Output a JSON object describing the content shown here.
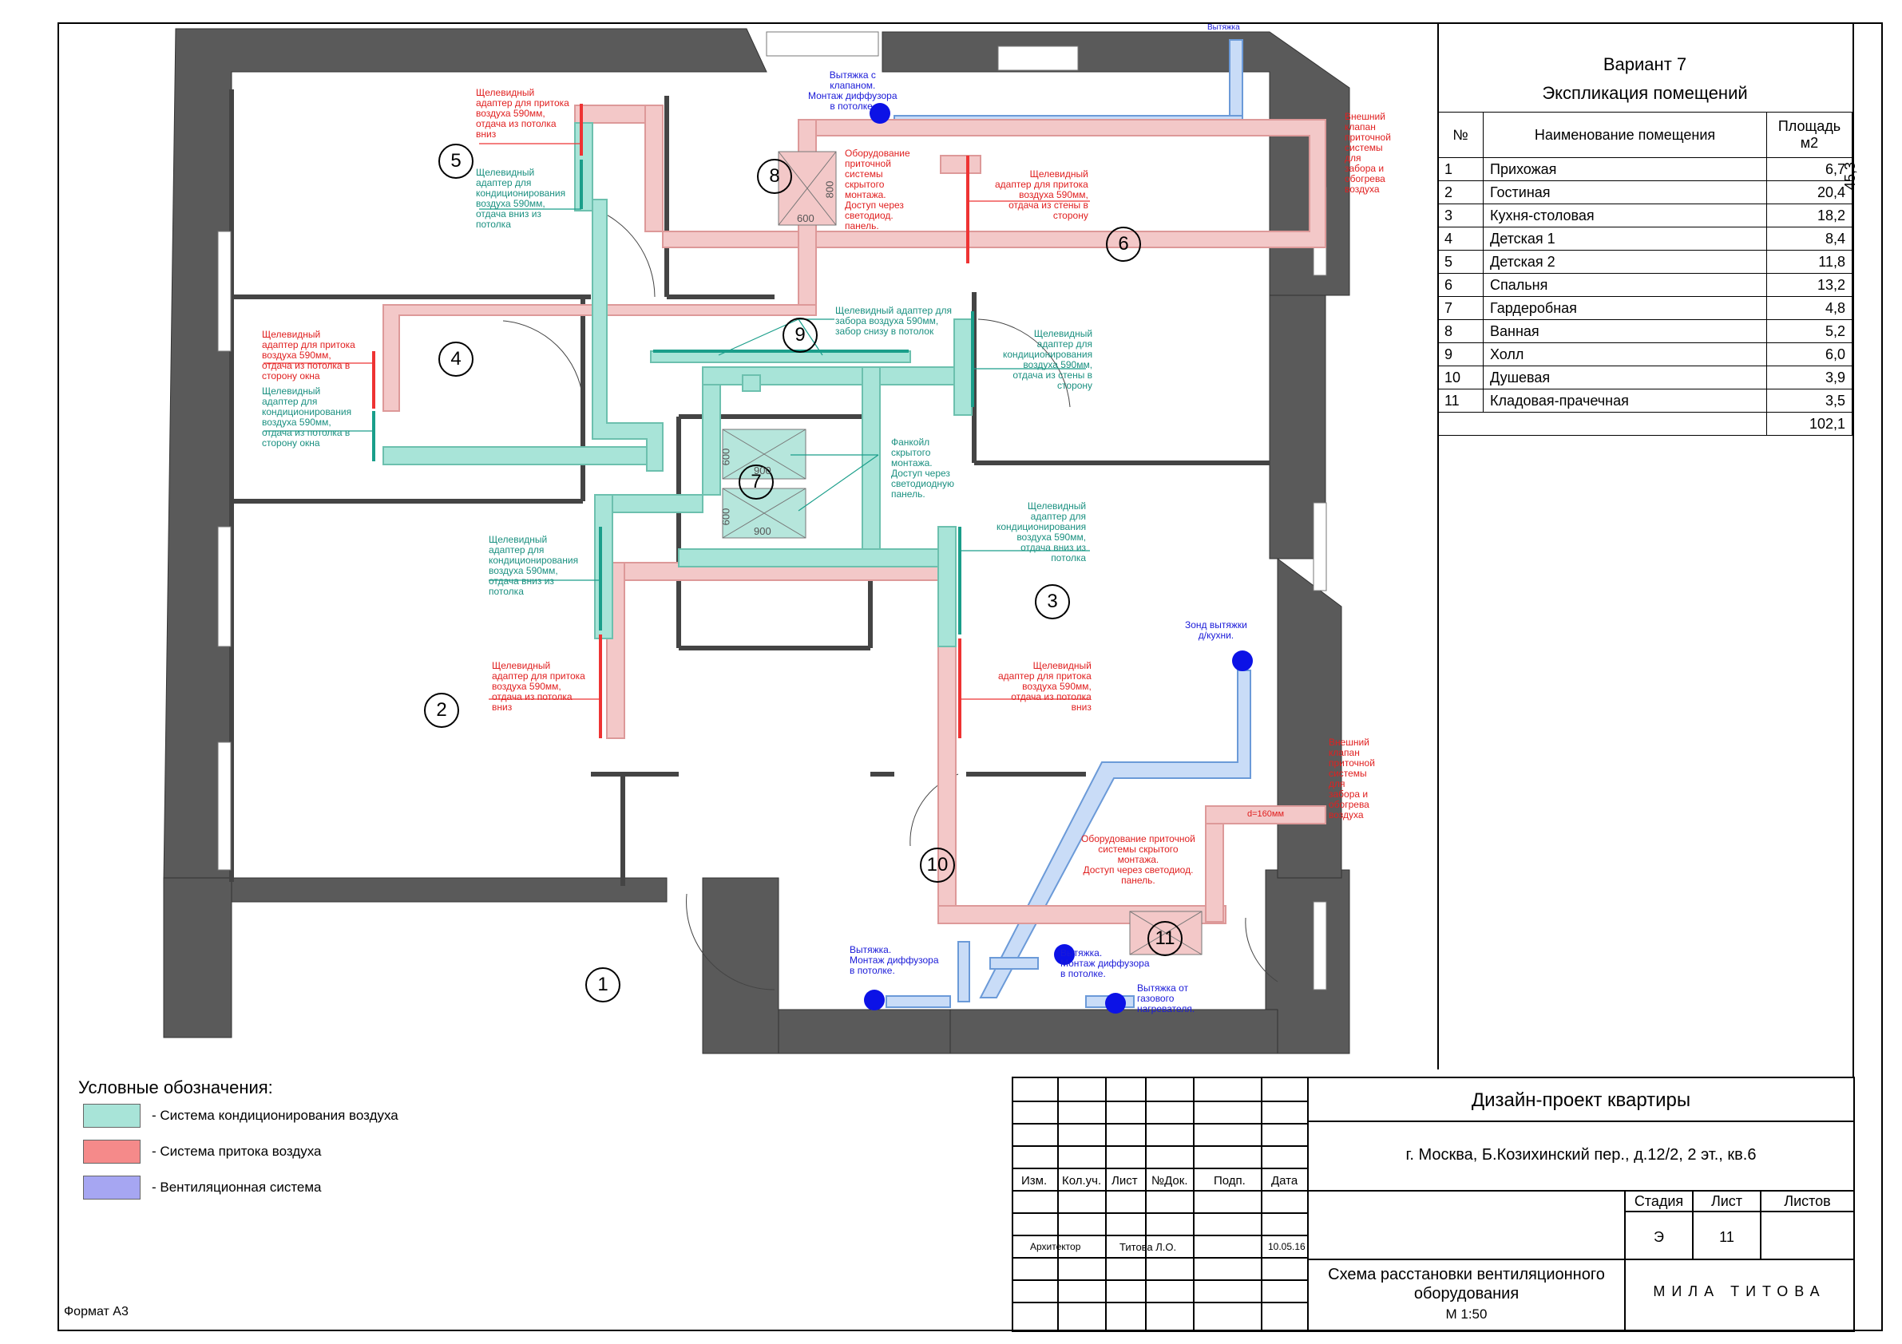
{
  "sheet": {
    "format": "Формат А3"
  },
  "explication": {
    "variant": "Вариант 7",
    "title": "Экспликация помещений",
    "headers": {
      "num": "№",
      "name": "Наименование помещения",
      "area": "Площадь м2"
    },
    "rows": [
      {
        "num": "1",
        "name": "Прихожая",
        "area": "6,7"
      },
      {
        "num": "2",
        "name": "Гостиная",
        "area": "20,4"
      },
      {
        "num": "3",
        "name": "Кухня-столовая",
        "area": "18,2"
      },
      {
        "num": "4",
        "name": "Детская 1",
        "area": "8,4"
      },
      {
        "num": "5",
        "name": "Детская 2",
        "area": "11,8"
      },
      {
        "num": "6",
        "name": "Спальня",
        "area": "13,2"
      },
      {
        "num": "7",
        "name": "Гардеробная",
        "area": "4,8"
      },
      {
        "num": "8",
        "name": "Ванная",
        "area": "5,2"
      },
      {
        "num": "9",
        "name": "Холл",
        "area": "6,0"
      },
      {
        "num": "10",
        "name": "Душевая",
        "area": "3,9"
      },
      {
        "num": "11",
        "name": "Кладовая-прачечная",
        "area": "3,5"
      }
    ],
    "subtotal": "45,3",
    "total": "102,1"
  },
  "legend": {
    "title": "Условные обозначения:",
    "items": [
      {
        "label": "- Система кондиционирования воздуха",
        "color": "#a8e4d8"
      },
      {
        "label": "- Система притока воздуха",
        "color": "#f58a8a"
      },
      {
        "label": "- Вентиляционная система",
        "color": "#a6a6f2"
      }
    ]
  },
  "stamp": {
    "headers": [
      "Изм.",
      "Кол.уч.",
      "Лист",
      "№Док.",
      "Подп.",
      "Дата"
    ],
    "role": "Архитектор",
    "person": "Титова Л.О.",
    "date": "10.05.16",
    "project": "Дизайн-проект квартиры",
    "address": "г. Москва, Б.Козихинский пер., д.12/2, 2 эт., кв.6",
    "stage_label": "Стадия",
    "sheet_label": "Лист",
    "sheets_label": "Листов",
    "stage": "Э",
    "sheet": "11",
    "sheets": "",
    "drawing_title_1": "Схема расстановки вентиляционного",
    "drawing_title_2": "оборудования",
    "scale": "М 1:50",
    "brand": "МИЛА ТИТОВА"
  },
  "plan": {
    "rooms": [
      "1",
      "2",
      "3",
      "4",
      "5",
      "6",
      "7",
      "8",
      "9",
      "10",
      "11"
    ],
    "notes": {
      "n_exhaust_valve": "Вытяжка с\nклапаном.\nМонтаж диффузора\nв потолке.",
      "n_top": "Вытяжка",
      "n5_supply": "Щелевидный\nадаптер для притока\nвоздуха 590мм,\nотдача из потолка\nвниз",
      "n5_cond": "Щелевидный\nадаптер для\nкондиционирования\nвоздуха 590мм,\nотдача вниз из\nпотолка",
      "n8_equip": "Оборудование\nприточной\nсистемы\nскрытого\nмонтажа.\nДоступ через\nсветодиод.\nпанель.",
      "n6_supply": "Щелевидный\nадаптер для притока\nвоздуха 590мм,\nотдача из стены в\nсторону",
      "n_ext_valve_top": "Внешний\nклапан\nприточной\nсистемы\nдля\nзабора и\nобогрева\nвоздуха",
      "n9_intake": "Щелевидный адаптер для\nзабора воздуха 590мм,\nзабор снизу в потолок",
      "n6_cond": "Щелевидный\nадаптер для\nкондиционирования\nвоздуха 590мм,\nотдача из стены в\nсторону",
      "n4_supply": "Щелевидный\nадаптер для притока\nвоздуха 590мм,\nотдача из потолка в\nсторону окна",
      "n4_cond": "Щелевидный\nадаптер для\nкондиционирования\nвоздуха 590мм,\nотдача из потолка в\nсторону окна",
      "n7_fancoil": "Фанкойл\nскрытого\nмонтажа.\nДоступ через\nсветодиодную\nпанель.",
      "n2_cond": "Щелевидный\nадаптер для\nкондиционирования\nвоздуха 590мм,\nотдача вниз из\nпотолка",
      "n3_cond": "Щелевидный\nадаптер для\nкондиционирования\nвоздуха 590мм,\nотдача вниз из\nпотолка",
      "n2_supply": "Щелевидный\nадаптер для притока\nвоздуха 590мм,\nотдача из потолка\nвниз",
      "n3_supply": "Щелевидный\nадаптер для притока\nвоздуха 590мм,\nотдача из потолка\nвниз",
      "n_probe": "Зонд вытяжки\nд/кухни.",
      "n_ext_valve_bottom": "Внешний\nклапан\nприточной\nсистемы\nдля\nзабора и\nобогрева\nвоздуха",
      "n11_equip": "Оборудование приточной\nсистемы скрытого\nмонтажа.\nДоступ через светодиод.\nпанель.",
      "n_d160": "d=160мм",
      "n10_exhaust": "Вытяжка.\nМонтаж диффузора\nв потолке.",
      "n_exhaust_mid": "Вытяжка.\nМонтаж диффузора\nв потолке.",
      "n_gas": "Вытяжка от\nгазового\nнагревателя."
    },
    "dims": [
      "800",
      "600",
      "600",
      "900",
      "600",
      "900"
    ]
  }
}
